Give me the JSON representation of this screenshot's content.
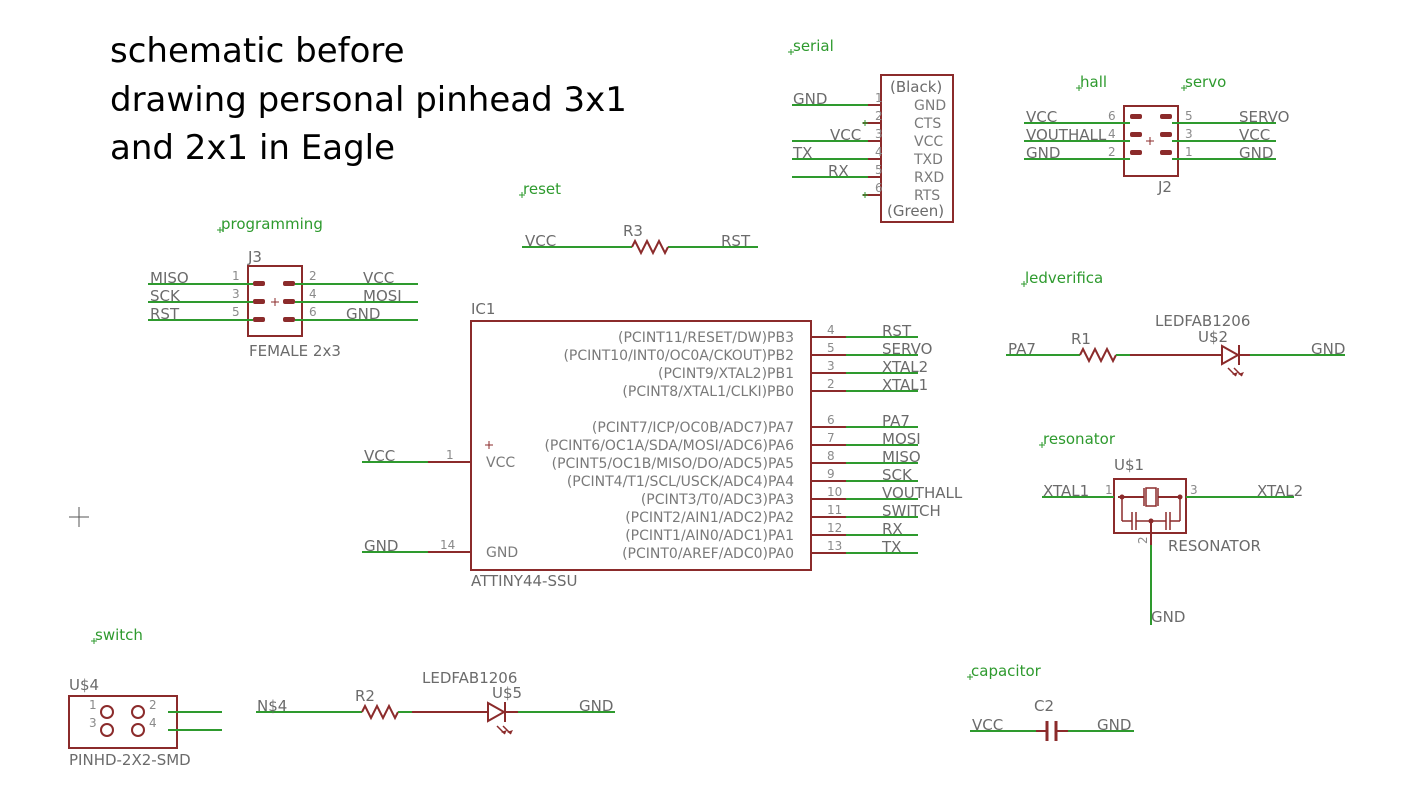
{
  "title": {
    "line1": "schematic before",
    "line2": "drawing personal pinhead 3x1",
    "line3": "and 2x1 in Eagle"
  },
  "groups": {
    "serial": "serial",
    "hall": "hall",
    "servo": "servo",
    "reset": "reset",
    "programming": "programming",
    "ledverifica": "ledverifica",
    "resonator": "resonator",
    "switch": "switch",
    "capacitor": "capacitor"
  },
  "serial": {
    "top_label": "(Black)",
    "bottom_label": "(Green)",
    "pins": [
      {
        "num": "1",
        "name": "GND",
        "net": "GND"
      },
      {
        "num": "2",
        "name": "CTS",
        "net": ""
      },
      {
        "num": "3",
        "name": "VCC",
        "net": "VCC"
      },
      {
        "num": "4",
        "name": "TXD",
        "net": "TX"
      },
      {
        "num": "5",
        "name": "RXD",
        "net": "RX"
      },
      {
        "num": "6",
        "name": "RTS",
        "net": ""
      }
    ]
  },
  "j2": {
    "name": "J2",
    "left": [
      {
        "num": "6",
        "net": "VCC"
      },
      {
        "num": "4",
        "net": "VOUTHALL"
      },
      {
        "num": "2",
        "net": "GND"
      }
    ],
    "right": [
      {
        "num": "5",
        "net": "SERVO"
      },
      {
        "num": "3",
        "net": "VCC"
      },
      {
        "num": "1",
        "net": "GND"
      }
    ]
  },
  "r3": {
    "name": "R3",
    "left": "VCC",
    "right": "RST"
  },
  "j3": {
    "name": "J3",
    "value": "FEMALE 2x3",
    "left": [
      {
        "num": "1",
        "net": "MISO"
      },
      {
        "num": "3",
        "net": "SCK"
      },
      {
        "num": "5",
        "net": "RST"
      }
    ],
    "right": [
      {
        "num": "2",
        "net": "VCC"
      },
      {
        "num": "4",
        "net": "MOSI"
      },
      {
        "num": "6",
        "net": "GND"
      }
    ]
  },
  "ic1": {
    "name": "IC1",
    "part": "ATTINY44-SSU",
    "vcc": {
      "num": "1",
      "name": "VCC",
      "net": "VCC"
    },
    "gnd": {
      "num": "14",
      "name": "GND",
      "net": "GND"
    },
    "pins": [
      {
        "name": "(PCINT11/RESET/DW)PB3",
        "num": "4",
        "net": "RST"
      },
      {
        "name": "(PCINT10/INT0/OC0A/CKOUT)PB2",
        "num": "5",
        "net": "SERVO"
      },
      {
        "name": "(PCINT9/XTAL2)PB1",
        "num": "3",
        "net": "XTAL2"
      },
      {
        "name": "(PCINT8/XTAL1/CLKI)PB0",
        "num": "2",
        "net": "XTAL1"
      },
      {
        "name": "(PCINT7/ICP/OC0B/ADC7)PA7",
        "num": "6",
        "net": "PA7"
      },
      {
        "name": "(PCINT6/OC1A/SDA/MOSI/ADC6)PA6",
        "num": "7",
        "net": "MOSI"
      },
      {
        "name": "(PCINT5/OC1B/MISO/DO/ADC5)PA5",
        "num": "8",
        "net": "MISO"
      },
      {
        "name": "(PCINT4/T1/SCL/USCK/ADC4)PA4",
        "num": "9",
        "net": "SCK"
      },
      {
        "name": "(PCINT3/T0/ADC3)PA3",
        "num": "10",
        "net": "VOUTHALL"
      },
      {
        "name": "(PCINT2/AIN1/ADC2)PA2",
        "num": "11",
        "net": "SWITCH"
      },
      {
        "name": "(PCINT1/AIN0/ADC1)PA1",
        "num": "12",
        "net": "RX"
      },
      {
        "name": "(PCINT0/AREF/ADC0)PA0",
        "num": "13",
        "net": "TX"
      }
    ]
  },
  "ledverifica": {
    "led_value": "LEDFAB1206",
    "led_name": "U$2",
    "r_name": "R1",
    "left_net": "PA7",
    "right_net": "GND"
  },
  "resonator": {
    "name": "U$1",
    "value": "RESONATOR",
    "pin1": "1",
    "pin2": "2",
    "pin3": "3",
    "left_net": "XTAL1",
    "right_net": "XTAL2",
    "bottom_net": "GND"
  },
  "switch": {
    "name": "U$4",
    "value": "PINHD-2X2-SMD",
    "pins": [
      "1",
      "2",
      "3",
      "4"
    ],
    "net": "N$4",
    "r_name": "R2",
    "led_value": "LEDFAB1206",
    "led_name": "U$5",
    "right_net": "GND"
  },
  "capacitor": {
    "name": "C2",
    "left": "VCC",
    "right": "GND"
  },
  "colors": {
    "wire": "#2e9a2e",
    "part": "#8b2b2b",
    "text": "#6b6b6b"
  }
}
